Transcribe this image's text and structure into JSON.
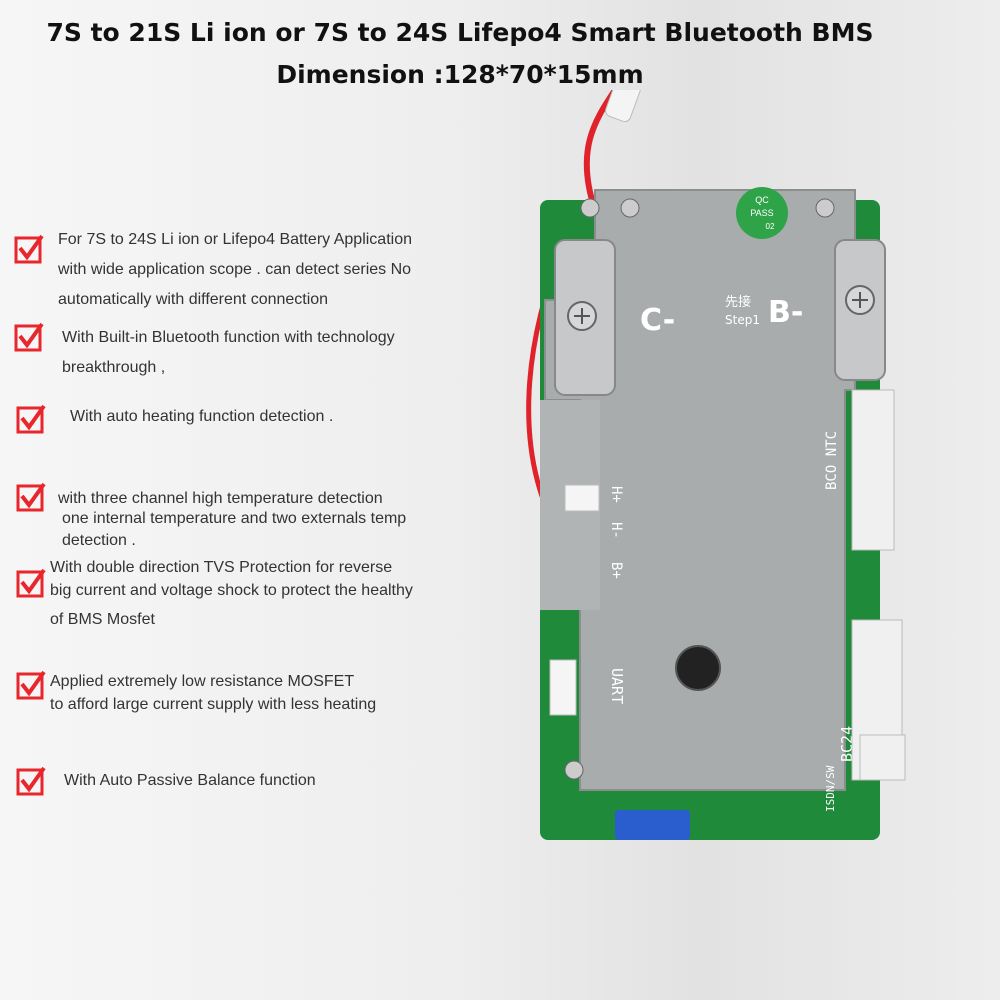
{
  "header": {
    "line1": "7S to 21S Li ion or  7S to 24S Lifepo4 Smart Bluetooth BMS",
    "line2": "Dimension :128*70*15mm"
  },
  "features": [
    {
      "lines": [
        "For 7S to 24S Li ion or Lifepo4 Battery Application",
        "with wide application scope . can detect series No",
        "automatically with different connection"
      ]
    },
    {
      "lines": [
        "With Built-in Bluetooth function with technology",
        "breakthrough ,"
      ]
    },
    {
      "lines": [
        "With auto heating function detection ."
      ]
    },
    {
      "lines": [
        "with three channel high temperature detection",
        "one internal temperature and two externals temp",
        "detection ."
      ]
    },
    {
      "lines": [
        "With double direction TVS Protection for reverse",
        "big current and voltage shock to protect the healthy",
        "of BMS Mosfet"
      ]
    },
    {
      "lines": [
        "Applied extremely low resistance MOSFET",
        "to afford large current supply with less heating"
      ]
    },
    {
      "lines": [
        "With Auto Passive Balance function"
      ]
    }
  ],
  "board": {
    "qc_top": "QC",
    "qc_mid": "PASS",
    "qc_num": "02",
    "c_label": "C-",
    "b_label": "B-",
    "step_label": "先接",
    "step_sub": "Step1",
    "bco_ntc": "BCO NTC",
    "h_plus": "H+",
    "h_minus": "H-",
    "b_plus": "B+",
    "uart": "UART",
    "bc24": "BC24",
    "isdn_sw": "ISDN/SW"
  },
  "colors": {
    "check": "#e8262c",
    "pcb": "#1f8a3a",
    "shield": "#a9acad",
    "wire": "#e0232b"
  }
}
